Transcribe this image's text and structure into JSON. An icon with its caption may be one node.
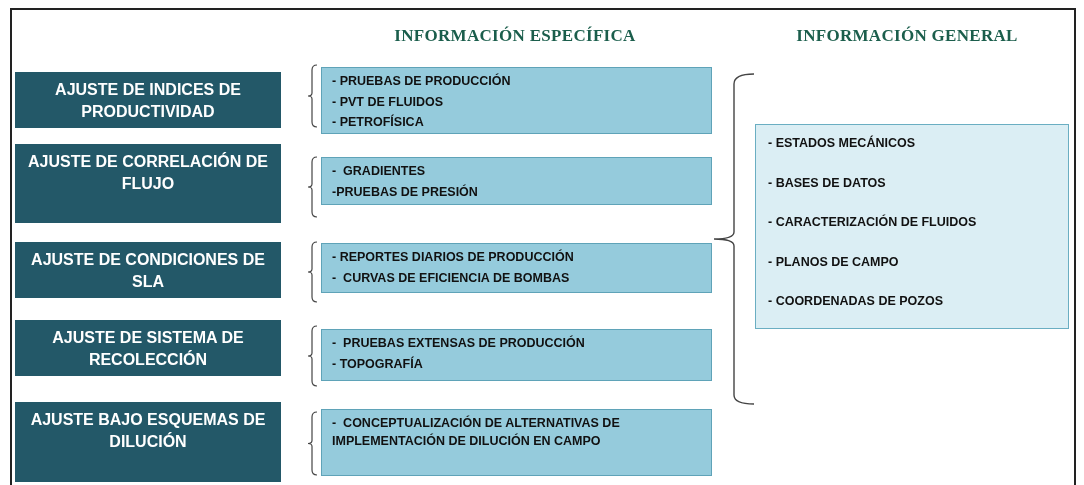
{
  "diagram": {
    "nodes": [
      {
        "text": [
          "AJUSTE DE INDICES DE PRODUCTIVIDAD"
        ]
      },
      {
        "text": [
          "- PRUEBAS DE PRODUCCIÓN",
          "- PVT DE FLUIDOS",
          "- PETROFÍSICA"
        ]
      },
      {
        "text": [
          "AJUSTE DE CORRELACIÓN DE FLUJO"
        ]
      },
      {
        "text": [
          "-  GRADIENTES",
          "-PRUEBAS DE PRESIÓN"
        ]
      },
      {
        "text": [
          "AJUSTE DE CONDICIONES DE SLA"
        ]
      },
      {
        "text": [
          "- REPORTES DIARIOS DE PRODUCCIÓN",
          "-  CURVAS DE EFICIENCIA DE BOMBAS"
        ]
      },
      {
        "text": [
          "AJUSTE DE SISTEMA DE RECOLECCIÓN"
        ]
      },
      {
        "text": [
          "-  PRUEBAS EXTENSAS DE PRODUCCIÓN",
          "- TOPOGRAFÍA"
        ]
      },
      {
        "text": [
          "AJUSTE BAJO ESQUEMAS DE DILUCIÓN"
        ]
      },
      {
        "text": [
          "-  CONCEPTUALIZACIÓN DE ALTERNATIVAS DE IMPLEMENTACIÓN DE DILUCIÓN EN CAMPO"
        ]
      },
      {
        "text": [
          "- ESTADOS MECÁNICOS",
          "- BASES DE DATOS",
          "- CARACTERIZACIÓN DE FLUIDOS",
          "- PLANOS DE CAMPO",
          "- COORDENADAS DE POZOS"
        ]
      }
    ],
    "labels": [
      "INFORMACIÓN ESPECÍFICA",
      "INFORMACIÓN GENERAL"
    ]
  }
}
